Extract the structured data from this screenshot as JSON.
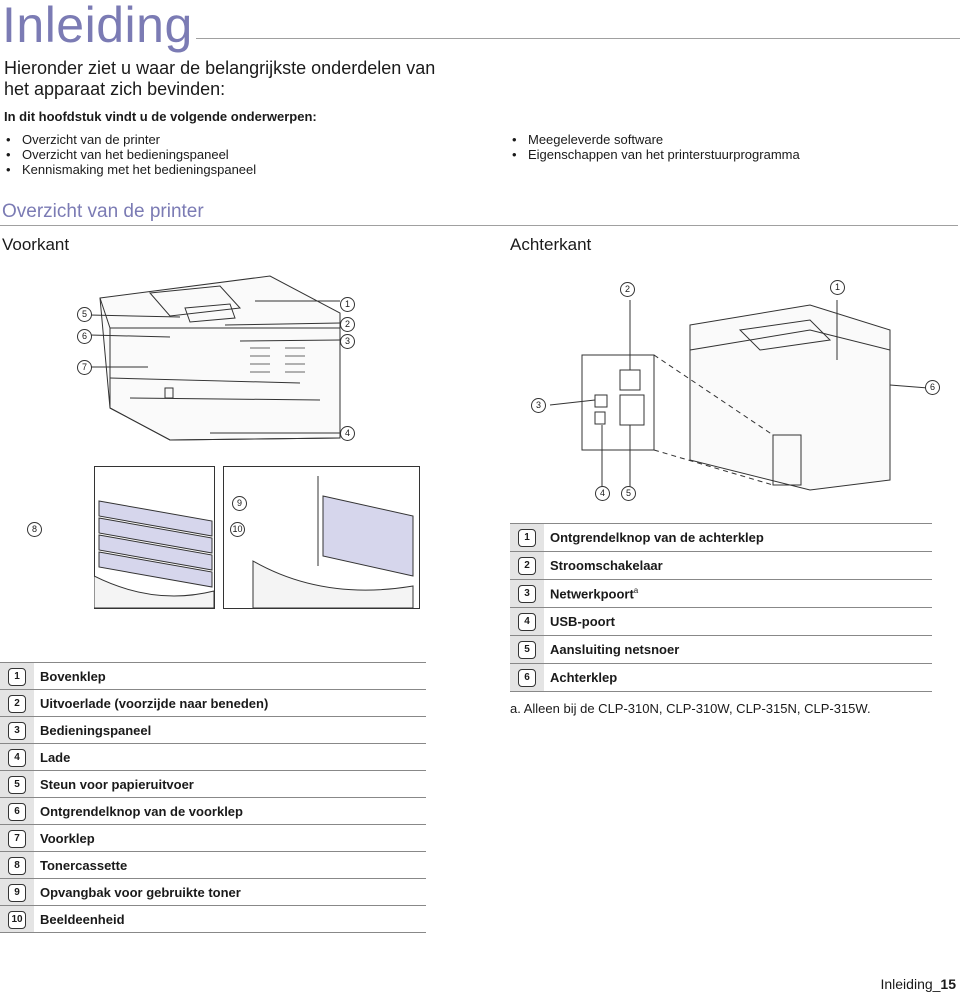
{
  "page": {
    "title": "Inleiding",
    "intro": "Hieronder ziet u waar de belangrijkste onderdelen van het apparaat zich bevinden:",
    "topics_heading": "In dit hoofdstuk vindt u de volgende onderwerpen:",
    "topics_left": [
      "Overzicht van de printer",
      "Overzicht van het bedieningspaneel",
      "Kennismaking met het bedieningspaneel"
    ],
    "topics_right": [
      "Meegeleverde software",
      "Eigenschappen van het printerstuurprogramma"
    ],
    "section_title": "Overzicht van de printer",
    "front_title": "Voorkant",
    "back_title": "Achterkant"
  },
  "front_parts": [
    {
      "n": "1",
      "label": "Bovenklep"
    },
    {
      "n": "2",
      "label": "Uitvoerlade (voorzijde naar beneden)"
    },
    {
      "n": "3",
      "label": "Bedieningspaneel"
    },
    {
      "n": "4",
      "label": "Lade"
    },
    {
      "n": "5",
      "label": "Steun voor papieruitvoer"
    },
    {
      "n": "6",
      "label": "Ontgrendelknop van de voorklep"
    },
    {
      "n": "7",
      "label": "Voorklep"
    },
    {
      "n": "8",
      "label": "Tonercassette"
    },
    {
      "n": "9",
      "label": "Opvangbak voor gebruikte toner"
    },
    {
      "n": "10",
      "label": "Beeldeenheid"
    }
  ],
  "back_parts": [
    {
      "n": "1",
      "label": "Ontgrendelknop van de achterklep",
      "sup": ""
    },
    {
      "n": "2",
      "label": "Stroomschakelaar",
      "sup": ""
    },
    {
      "n": "3",
      "label": "Netwerkpoort",
      "sup": "a"
    },
    {
      "n": "4",
      "label": "USB-poort",
      "sup": ""
    },
    {
      "n": "5",
      "label": "Aansluiting netsnoer",
      "sup": ""
    },
    {
      "n": "6",
      "label": "Achterklep",
      "sup": ""
    }
  ],
  "footnote": "a. Alleen bij de CLP-310N, CLP-310W, CLP-315N, CLP-315W.",
  "footer": {
    "text": "Inleiding_",
    "page": "15"
  },
  "diagram_callouts": {
    "front": [
      "1",
      "2",
      "3",
      "4",
      "5",
      "6",
      "7"
    ],
    "inside": [
      "8",
      "9",
      "10"
    ],
    "back": [
      "1",
      "2",
      "3",
      "4",
      "5",
      "6"
    ]
  }
}
